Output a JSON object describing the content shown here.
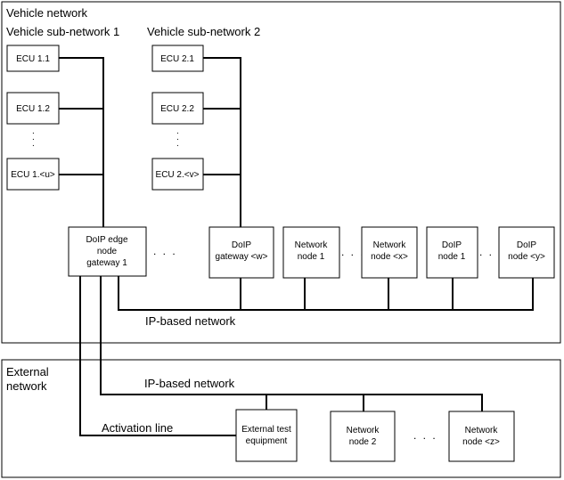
{
  "vehicle_network": {
    "title": "Vehicle network",
    "subnet1_title": "Vehicle sub-network 1",
    "subnet2_title": "Vehicle sub-network 2",
    "subnet1_ecus": [
      "ECU 1.1",
      "ECU 1.2",
      "ECU 1.<u>"
    ],
    "subnet2_ecus": [
      "ECU 2.1",
      "ECU 2.2",
      "ECU 2.<v>"
    ],
    "edge_gateway": [
      "DoIP edge",
      "node",
      "gateway  1"
    ],
    "gateway_w": [
      "DoIP",
      "gateway <w>"
    ],
    "network_node_1": [
      "Network",
      "node  1"
    ],
    "network_node_x": [
      "Network",
      "node <x>"
    ],
    "doip_node_1": [
      "DoIP",
      "node 1"
    ],
    "doip_node_y": [
      "DoIP",
      "node <y>"
    ],
    "ip_network_label": "IP-based network",
    "ellipsis_h": ". . .",
    "ellipsis_v": "."
  },
  "external_network": {
    "title_line1": "External",
    "title_line2": "network",
    "ip_network_label": "IP-based network",
    "activation_line_label": "Activation line",
    "test_equipment": [
      "External test",
      "equipment"
    ],
    "network_node_2": [
      "Network",
      "node  2"
    ],
    "network_node_z": [
      "Network",
      "node <z>"
    ],
    "ellipsis_h": ". . ."
  }
}
